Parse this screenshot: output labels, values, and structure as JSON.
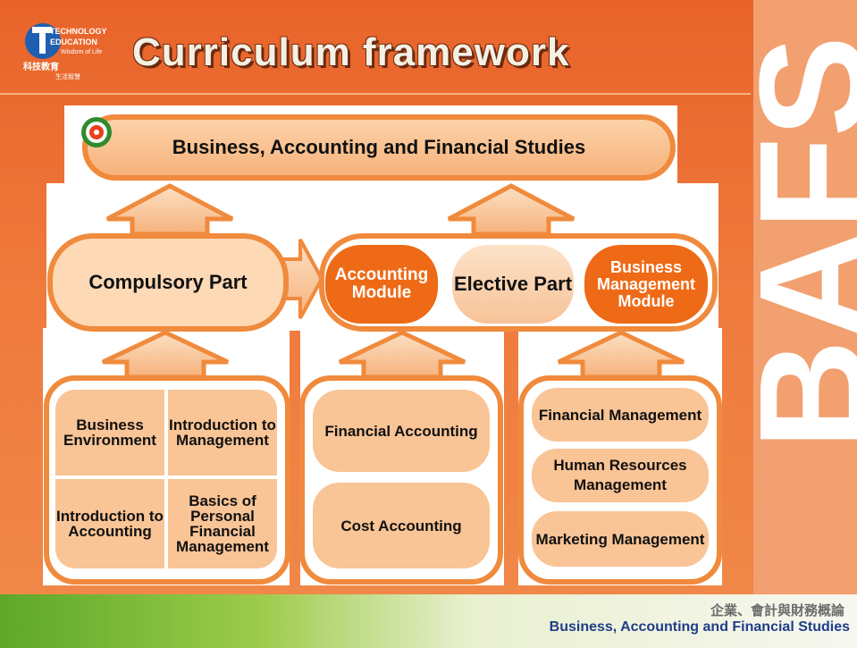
{
  "header": {
    "title": "Curriculum framework",
    "logo_line1": "TECHNOLOGY",
    "logo_line2": "EDUCATION",
    "logo_line3": "Wisdom of Life",
    "logo_cn1": "科技教育",
    "logo_cn2": "生活智慧"
  },
  "side_band": {
    "letters": "BAFS"
  },
  "diagram": {
    "top_title": "Business, Accounting and Financial Studies",
    "compulsory": "Compulsory Part",
    "elective": "Elective Part",
    "accounting_module": "Accounting Module",
    "business_module": "Business Management Module",
    "compulsory_topics": [
      "Business Environment",
      "Introduction to Management",
      "Introduction to Accounting",
      "Basics of Personal Financial Management"
    ],
    "accounting_topics": [
      "Financial Accounting",
      "Cost Accounting"
    ],
    "business_topics": [
      "Financial Management",
      "Human Resources Management",
      "Marketing Management"
    ]
  },
  "footer": {
    "chinese": "企業、會計與財務概論",
    "english": "Business, Accounting and Financial Studies"
  },
  "colors": {
    "accent": "#f08a3c",
    "dark_orange": "#ee6a16",
    "pale_orange": "#fcd2a8"
  }
}
